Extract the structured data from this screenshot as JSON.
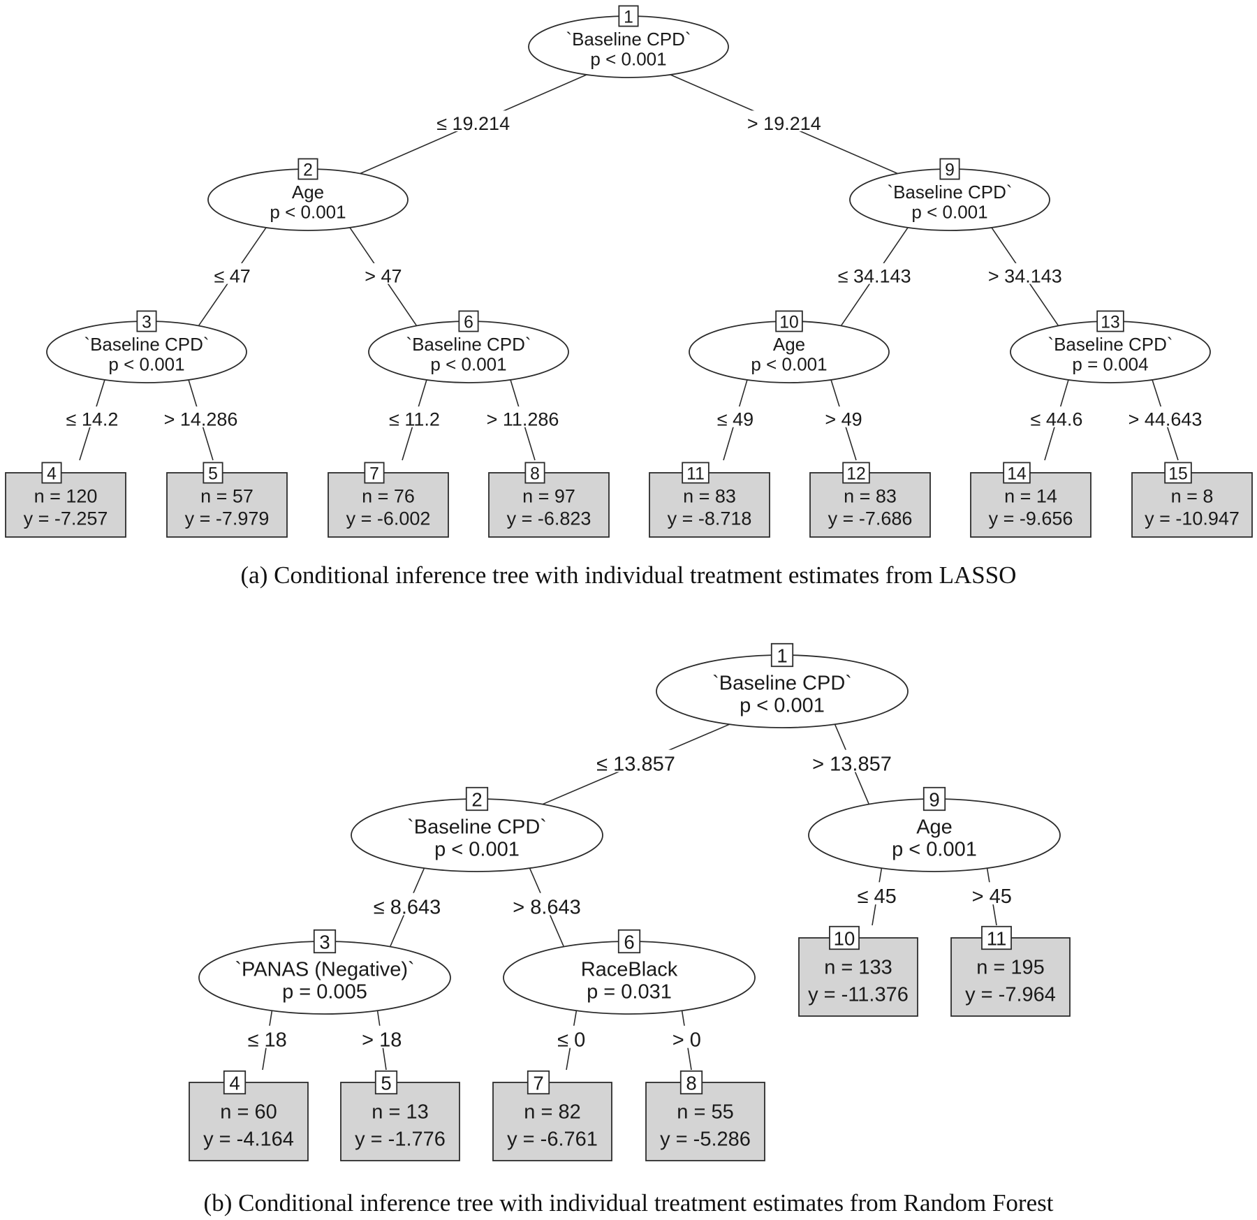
{
  "figures": [
    {
      "id": "a",
      "caption": "(a) Conditional inference tree with individual treatment estimates from LASSO",
      "inner_nodes": [
        {
          "id": "1",
          "variable": "`Baseline CPD`",
          "pvalue": "p < 0.001"
        },
        {
          "id": "2",
          "variable": "Age",
          "pvalue": "p < 0.001"
        },
        {
          "id": "9",
          "variable": "`Baseline CPD`",
          "pvalue": "p < 0.001"
        },
        {
          "id": "3",
          "variable": "`Baseline CPD`",
          "pvalue": "p < 0.001"
        },
        {
          "id": "6",
          "variable": "`Baseline CPD`",
          "pvalue": "p < 0.001"
        },
        {
          "id": "10",
          "variable": "Age",
          "pvalue": "p < 0.001"
        },
        {
          "id": "13",
          "variable": "`Baseline CPD`",
          "pvalue": "p = 0.004"
        }
      ],
      "leaves": [
        {
          "id": "4",
          "n": "n = 120",
          "y": "y = -7.257"
        },
        {
          "id": "5",
          "n": "n = 57",
          "y": "y = -7.979"
        },
        {
          "id": "7",
          "n": "n = 76",
          "y": "y = -6.002"
        },
        {
          "id": "8",
          "n": "n = 97",
          "y": "y = -6.823"
        },
        {
          "id": "11",
          "n": "n = 83",
          "y": "y = -8.718"
        },
        {
          "id": "12",
          "n": "n = 83",
          "y": "y = -7.686"
        },
        {
          "id": "14",
          "n": "n = 14",
          "y": "y = -9.656"
        },
        {
          "id": "15",
          "n": "n = 8",
          "y": "y = -10.947"
        }
      ],
      "edges": [
        {
          "from": "1",
          "to": "2",
          "label": "≤ 19.214"
        },
        {
          "from": "1",
          "to": "9",
          "label": "> 19.214"
        },
        {
          "from": "2",
          "to": "3",
          "label": "≤ 47"
        },
        {
          "from": "2",
          "to": "6",
          "label": "> 47"
        },
        {
          "from": "9",
          "to": "10",
          "label": "≤ 34.143"
        },
        {
          "from": "9",
          "to": "13",
          "label": "> 34.143"
        },
        {
          "from": "3",
          "to": "4",
          "label": "≤ 14.2"
        },
        {
          "from": "3",
          "to": "5",
          "label": "> 14.286"
        },
        {
          "from": "6",
          "to": "7",
          "label": "≤ 11.2"
        },
        {
          "from": "6",
          "to": "8",
          "label": "> 11.286"
        },
        {
          "from": "10",
          "to": "11",
          "label": "≤ 49"
        },
        {
          "from": "10",
          "to": "12",
          "label": "> 49"
        },
        {
          "from": "13",
          "to": "14",
          "label": "≤ 44.6"
        },
        {
          "from": "13",
          "to": "15",
          "label": "> 44.643"
        }
      ]
    },
    {
      "id": "b",
      "caption": "(b) Conditional inference tree with individual treatment estimates from Random Forest",
      "inner_nodes": [
        {
          "id": "1",
          "variable": "`Baseline CPD`",
          "pvalue": "p < 0.001"
        },
        {
          "id": "2",
          "variable": "`Baseline CPD`",
          "pvalue": "p < 0.001"
        },
        {
          "id": "9",
          "variable": "Age",
          "pvalue": "p < 0.001"
        },
        {
          "id": "3",
          "variable": "`PANAS (Negative)`",
          "pvalue": "p = 0.005"
        },
        {
          "id": "6",
          "variable": "RaceBlack",
          "pvalue": "p = 0.031"
        }
      ],
      "leaves": [
        {
          "id": "10",
          "n": "n = 133",
          "y": "y = -11.376"
        },
        {
          "id": "11",
          "n": "n = 195",
          "y": "y = -7.964"
        },
        {
          "id": "4",
          "n": "n = 60",
          "y": "y = -4.164"
        },
        {
          "id": "5",
          "n": "n = 13",
          "y": "y = -1.776"
        },
        {
          "id": "7",
          "n": "n = 82",
          "y": "y = -6.761"
        },
        {
          "id": "8",
          "n": "n = 55",
          "y": "y = -5.286"
        }
      ],
      "edges": [
        {
          "from": "1",
          "to": "2",
          "label": "≤ 13.857"
        },
        {
          "from": "1",
          "to": "9",
          "label": "> 13.857"
        },
        {
          "from": "2",
          "to": "3",
          "label": "≤ 8.643"
        },
        {
          "from": "2",
          "to": "6",
          "label": "> 8.643"
        },
        {
          "from": "9",
          "to": "10",
          "label": "≤ 45"
        },
        {
          "from": "9",
          "to": "11",
          "label": "> 45"
        },
        {
          "from": "3",
          "to": "4",
          "label": "≤ 18"
        },
        {
          "from": "3",
          "to": "5",
          "label": "> 18"
        },
        {
          "from": "6",
          "to": "7",
          "label": "≤ 0"
        },
        {
          "from": "6",
          "to": "8",
          "label": "> 0"
        }
      ]
    }
  ]
}
